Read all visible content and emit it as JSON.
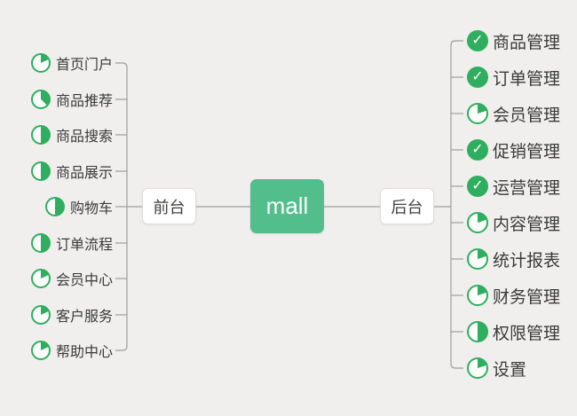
{
  "colors": {
    "background": "#f0efed",
    "accent_green": "#2eae5e",
    "root_green": "#52be8c",
    "line_gray": "#9e9e9c",
    "node_border": "#dcdcda",
    "text_dark": "#3a3a3a"
  },
  "icons": {
    "check_glyph": "✓"
  },
  "root": {
    "label": "mall"
  },
  "left_branch": {
    "label": "前台",
    "items": [
      {
        "label": "首页门户",
        "icon": {
          "type": "pie",
          "fraction": 0.18
        }
      },
      {
        "label": "商品推荐",
        "icon": {
          "type": "pie",
          "fraction": 0.375
        }
      },
      {
        "label": "商品搜索",
        "icon": {
          "type": "pie",
          "fraction": 0.5
        }
      },
      {
        "label": "商品展示",
        "icon": {
          "type": "pie",
          "fraction": 0.5
        }
      },
      {
        "label": "购物车",
        "icon": {
          "type": "pie",
          "fraction": 0.5
        }
      },
      {
        "label": "订单流程",
        "icon": {
          "type": "pie",
          "fraction": 0.5
        }
      },
      {
        "label": "会员中心",
        "icon": {
          "type": "pie",
          "fraction": 0.18
        }
      },
      {
        "label": "客户服务",
        "icon": {
          "type": "pie",
          "fraction": 0.18
        }
      },
      {
        "label": "帮助中心",
        "icon": {
          "type": "pie",
          "fraction": 0.18
        }
      }
    ]
  },
  "right_branch": {
    "label": "后台",
    "items": [
      {
        "label": "商品管理",
        "icon": {
          "type": "check"
        }
      },
      {
        "label": "订单管理",
        "icon": {
          "type": "check"
        }
      },
      {
        "label": "会员管理",
        "icon": {
          "type": "pie",
          "fraction": 0.2
        }
      },
      {
        "label": "促销管理",
        "icon": {
          "type": "check"
        }
      },
      {
        "label": "运营管理",
        "icon": {
          "type": "check"
        }
      },
      {
        "label": "内容管理",
        "icon": {
          "type": "pie",
          "fraction": 0.2
        }
      },
      {
        "label": "统计报表",
        "icon": {
          "type": "pie",
          "fraction": 0.2
        }
      },
      {
        "label": "财务管理",
        "icon": {
          "type": "pie",
          "fraction": 0.2
        }
      },
      {
        "label": "权限管理",
        "icon": {
          "type": "pie",
          "fraction": 0.5
        }
      },
      {
        "label": "设置",
        "icon": {
          "type": "pie",
          "fraction": 0.2
        }
      }
    ]
  }
}
